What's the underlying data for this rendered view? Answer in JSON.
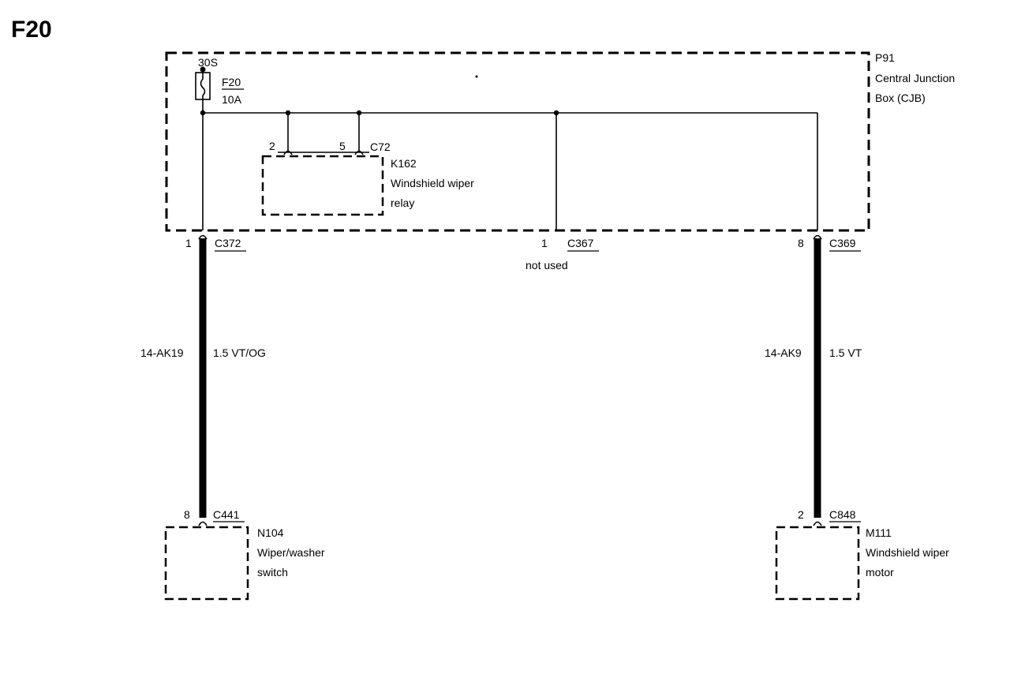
{
  "page_title": "F20",
  "cjb": {
    "id": "P91",
    "name_line1": "Central Junction",
    "name_line2": "Box (CJB)"
  },
  "supply": {
    "label": "30S"
  },
  "fuse": {
    "id": "F20",
    "rating": "10A"
  },
  "relay": {
    "id": "K162",
    "name_line1": "Windshield wiper",
    "name_line2": "relay",
    "connector": "C72",
    "pin_a": "2",
    "pin_b": "5"
  },
  "connectors": {
    "c372": {
      "id": "C372",
      "pin": "1"
    },
    "c367": {
      "id": "C367",
      "pin": "1",
      "note": "not used"
    },
    "c369": {
      "id": "C369",
      "pin": "8"
    },
    "c441": {
      "id": "C441",
      "pin": "8"
    },
    "c848": {
      "id": "C848",
      "pin": "2"
    }
  },
  "wires": {
    "left": {
      "circuit": "14-AK19",
      "spec": "1.5 VT/OG"
    },
    "right": {
      "circuit": "14-AK9",
      "spec": "1.5 VT"
    }
  },
  "switch": {
    "id": "N104",
    "name_line1": "Wiper/washer",
    "name_line2": "switch"
  },
  "motor": {
    "id": "M111",
    "name_line1": "Windshield wiper",
    "name_line2": "motor"
  }
}
